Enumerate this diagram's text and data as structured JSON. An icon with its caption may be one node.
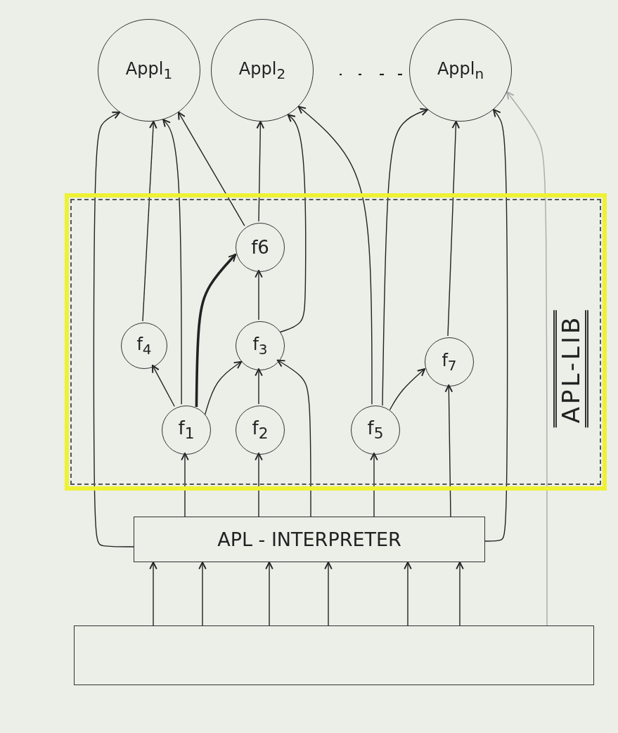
{
  "diagram": {
    "nodes": [
      {
        "text": [
          "Appl$_{1}$"
        ]
      },
      {
        "text": [
          "Appl$_{2}$"
        ]
      },
      {
        "text": [
          "Appl$_{n}$"
        ]
      },
      {
        "text": [
          "APL-LIB"
        ]
      },
      {
        "text": [
          "f6"
        ],
        "in": 3
      },
      {
        "text": [
          "f$_{4}$"
        ],
        "in": 3
      },
      {
        "text": [
          "f$_{3}$"
        ],
        "in": 3
      },
      {
        "text": [
          "f$_{7}$"
        ],
        "in": 3
      },
      {
        "text": [
          "f$_{1}$"
        ],
        "in": 3
      },
      {
        "text": [
          "f$_{2}$"
        ],
        "in": 3
      },
      {
        "text": [
          "f$_{5}$"
        ],
        "in": 3
      },
      {
        "text": [
          "APL - INTERPRETER"
        ]
      },
      {
        "text": [],
        "shape": "box"
      }
    ],
    "edges": [
      {
        "from": 11,
        "to": 0,
        "arrow": "to"
      },
      {
        "from": 5,
        "to": 0,
        "arrow": "to"
      },
      {
        "from": 8,
        "to": 0,
        "arrow": "to"
      },
      {
        "from": 4,
        "to": 0,
        "arrow": "to"
      },
      {
        "from": 8,
        "to": 5,
        "arrow": "to"
      },
      {
        "from": 8,
        "to": 4,
        "arrow": "to",
        "style": "thick"
      },
      {
        "from": 8,
        "to": 6,
        "arrow": "to"
      },
      {
        "from": 9,
        "to": 6,
        "arrow": "to"
      },
      {
        "from": 6,
        "to": 4,
        "arrow": "to"
      },
      {
        "from": 6,
        "to": 1,
        "arrow": "to"
      },
      {
        "from": 4,
        "to": 1,
        "arrow": "to"
      },
      {
        "from": 11,
        "to": 6,
        "arrow": "to"
      },
      {
        "from": 10,
        "to": 1,
        "arrow": "to"
      },
      {
        "from": 10,
        "to": 2,
        "arrow": "to"
      },
      {
        "from": 10,
        "to": 7,
        "arrow": "to"
      },
      {
        "from": 7,
        "to": 2,
        "arrow": "to"
      },
      {
        "from": 11,
        "to": 7,
        "arrow": "to"
      },
      {
        "from": 11,
        "to": 2,
        "arrow": "to"
      },
      {
        "from": 11,
        "to": 8,
        "arrow": "to"
      },
      {
        "from": 11,
        "to": 9,
        "arrow": "to"
      },
      {
        "from": 11,
        "to": 10,
        "arrow": "to"
      },
      {
        "from": 12,
        "to": 11,
        "arrow": "to"
      },
      {
        "from": 12,
        "to": 11,
        "arrow": "to"
      },
      {
        "from": 12,
        "to": 11,
        "arrow": "to"
      },
      {
        "from": 12,
        "to": 11,
        "arrow": "to"
      },
      {
        "from": 12,
        "to": 11,
        "arrow": "to"
      },
      {
        "from": 12,
        "to": 11,
        "arrow": "to"
      },
      {
        "from": 12,
        "to": 2,
        "arrow": "to",
        "color": "#aaaaaa"
      }
    ]
  }
}
